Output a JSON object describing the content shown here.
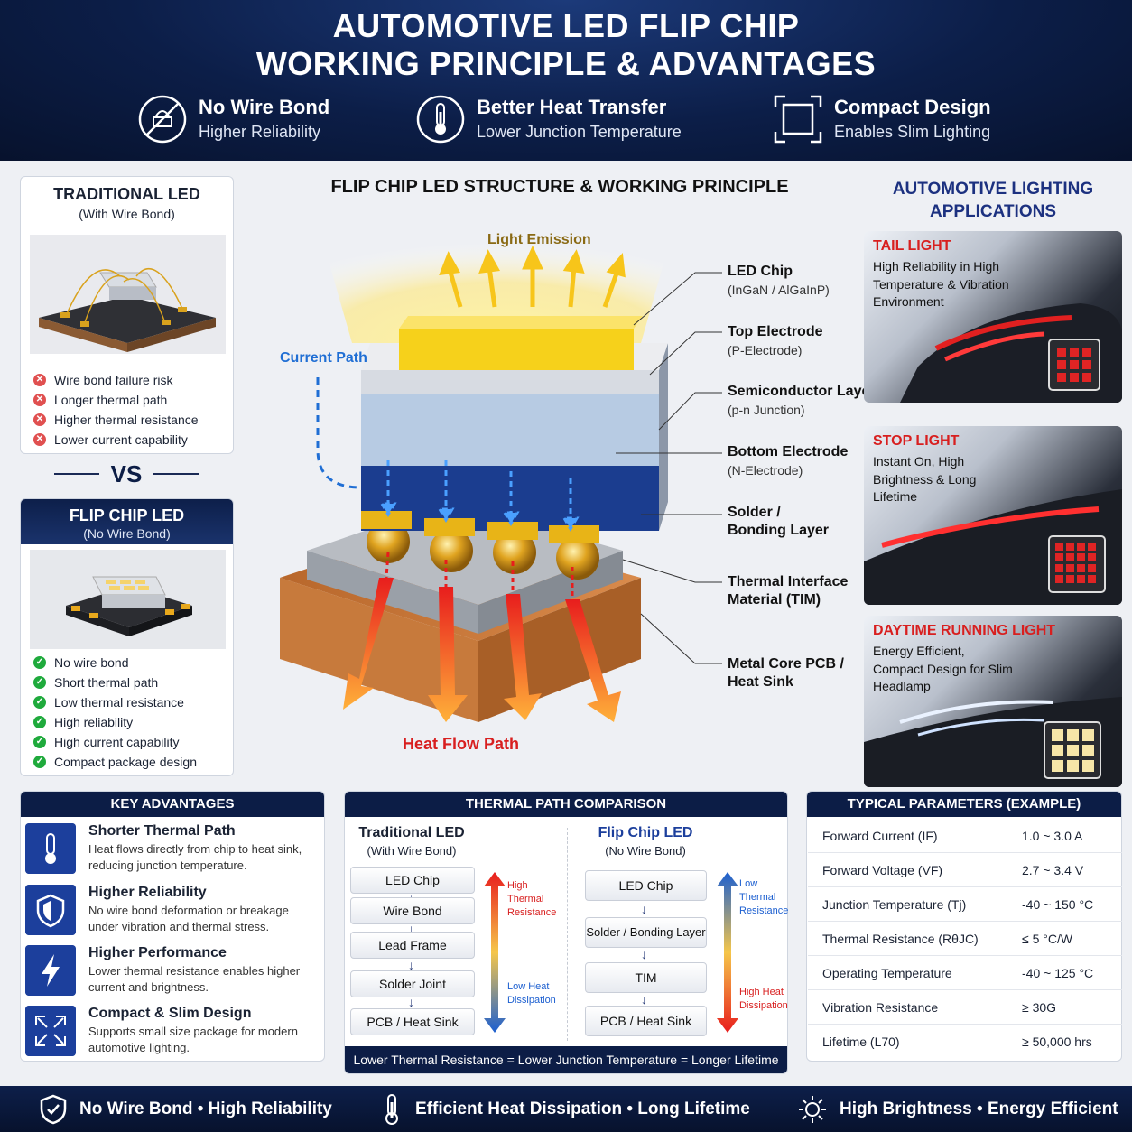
{
  "header": {
    "title_line1": "AUTOMOTIVE LED FLIP CHIP",
    "title_line2": "WORKING PRINCIPLE & ADVANTAGES",
    "features": [
      {
        "title": "No Wire Bond",
        "sub": "Higher Reliability",
        "icon": "no-wire-icon"
      },
      {
        "title": "Better Heat Transfer",
        "sub": "Lower Junction Temperature",
        "icon": "thermometer-icon"
      },
      {
        "title": "Compact Design",
        "sub": "Enables Slim Lighting",
        "icon": "compact-icon"
      }
    ]
  },
  "traditional": {
    "title": "TRADITIONAL LED",
    "sub": "(With Wire Bond)",
    "cons": [
      "Wire bond failure risk",
      "Longer thermal path",
      "Higher thermal resistance",
      "Lower current capability"
    ]
  },
  "vs": "VS",
  "flip": {
    "title": "FLIP CHIP LED",
    "sub": "(No Wire Bond)",
    "pros": [
      "No wire bond",
      "Short thermal path",
      "Low thermal resistance",
      "High reliability",
      "High current capability",
      "Compact package design"
    ]
  },
  "structure": {
    "title": "FLIP CHIP LED STRUCTURE & WORKING PRINCIPLE",
    "light_emission": "Light Emission",
    "current_path": "Current Path",
    "heat_flow": "Heat Flow Path",
    "labels": [
      {
        "name": "LED Chip",
        "sub": "(InGaN / AlGaInP)"
      },
      {
        "name": "Top Electrode",
        "sub": "(P-Electrode)"
      },
      {
        "name": "Semiconductor Layers",
        "sub": "(p-n Junction)"
      },
      {
        "name": "Bottom Electrode",
        "sub": "(N-Electrode)"
      },
      {
        "name": "Solder /",
        "sub": "Bonding Layer"
      },
      {
        "name": "Thermal Interface",
        "sub": "Material (TIM)"
      },
      {
        "name": "Metal Core PCB /",
        "sub": "Heat Sink"
      }
    ]
  },
  "applications": {
    "title_line1": "AUTOMOTIVE LIGHTING",
    "title_line2": "APPLICATIONS",
    "items": [
      {
        "title": "TAIL LIGHT",
        "desc": "High Reliability in High Temperature & Vibration Environment"
      },
      {
        "title": "STOP LIGHT",
        "desc": "Instant On, High Brightness & Long Lifetime"
      },
      {
        "title": "DAYTIME RUNNING LIGHT",
        "desc": "Energy Efficient, Compact Design for Slim Headlamp"
      }
    ]
  },
  "key_advantages": {
    "title": "KEY ADVANTAGES",
    "items": [
      {
        "title": "Shorter Thermal Path",
        "desc": "Heat flows directly from chip to heat sink, reducing junction temperature.",
        "icon": "thermometer-icon"
      },
      {
        "title": "Higher Reliability",
        "desc": "No wire bond deformation or breakage under vibration and thermal stress.",
        "icon": "shield-icon"
      },
      {
        "title": "Higher Performance",
        "desc": "Lower thermal resistance enables higher current and brightness.",
        "icon": "lightning-icon"
      },
      {
        "title": "Compact & Slim Design",
        "desc": "Supports small size package for modern automotive lighting.",
        "icon": "expand-icon"
      }
    ]
  },
  "thermal": {
    "title": "THERMAL PATH COMPARISON",
    "left_title": "Traditional LED",
    "left_sub": "(With Wire Bond)",
    "left_steps": [
      "LED Chip",
      "Wire Bond",
      "Lead Frame",
      "Solder Joint",
      "PCB / Heat Sink"
    ],
    "left_top": "High Thermal Resistance",
    "left_bottom": "Low Heat Dissipation",
    "right_title": "Flip Chip LED",
    "right_sub": "(No Wire Bond)",
    "right_steps": [
      "LED Chip",
      "Solder / Bonding Layer",
      "TIM",
      "PCB / Heat Sink"
    ],
    "right_top": "Low Thermal Resistance",
    "right_bottom": "High Heat Dissipation",
    "footer": "Lower Thermal Resistance  =  Lower Junction Temperature  =  Longer Lifetime"
  },
  "parameters": {
    "title": "TYPICAL PARAMETERS (EXAMPLE)",
    "rows": [
      {
        "k": "Forward Current (IF)",
        "v": "1.0 ~ 3.0 A"
      },
      {
        "k": "Forward Voltage (VF)",
        "v": "2.7 ~ 3.4 V"
      },
      {
        "k": "Junction Temperature (Tj)",
        "v": "-40 ~ 150 °C"
      },
      {
        "k": "Thermal Resistance (RθJC)",
        "v": "≤ 5 °C/W"
      },
      {
        "k": "Operating Temperature",
        "v": "-40 ~ 125 °C"
      },
      {
        "k": "Vibration Resistance",
        "v": "≥ 30G"
      },
      {
        "k": "Lifetime (L70)",
        "v": "≥ 50,000 hrs"
      }
    ]
  },
  "footer": {
    "items": [
      {
        "text": "No Wire Bond  •  High Reliability",
        "icon": "shield-icon"
      },
      {
        "text": "Efficient Heat Dissipation  •  Long Lifetime",
        "icon": "thermometer-icon"
      },
      {
        "text": "High Brightness  •  Energy Efficient",
        "icon": "sun-icon"
      }
    ]
  },
  "colors": {
    "navy": "#0c1d46",
    "accent_red": "#d81f1f",
    "accent_blue": "#1c3f9c",
    "check_green": "#1faa3c"
  }
}
